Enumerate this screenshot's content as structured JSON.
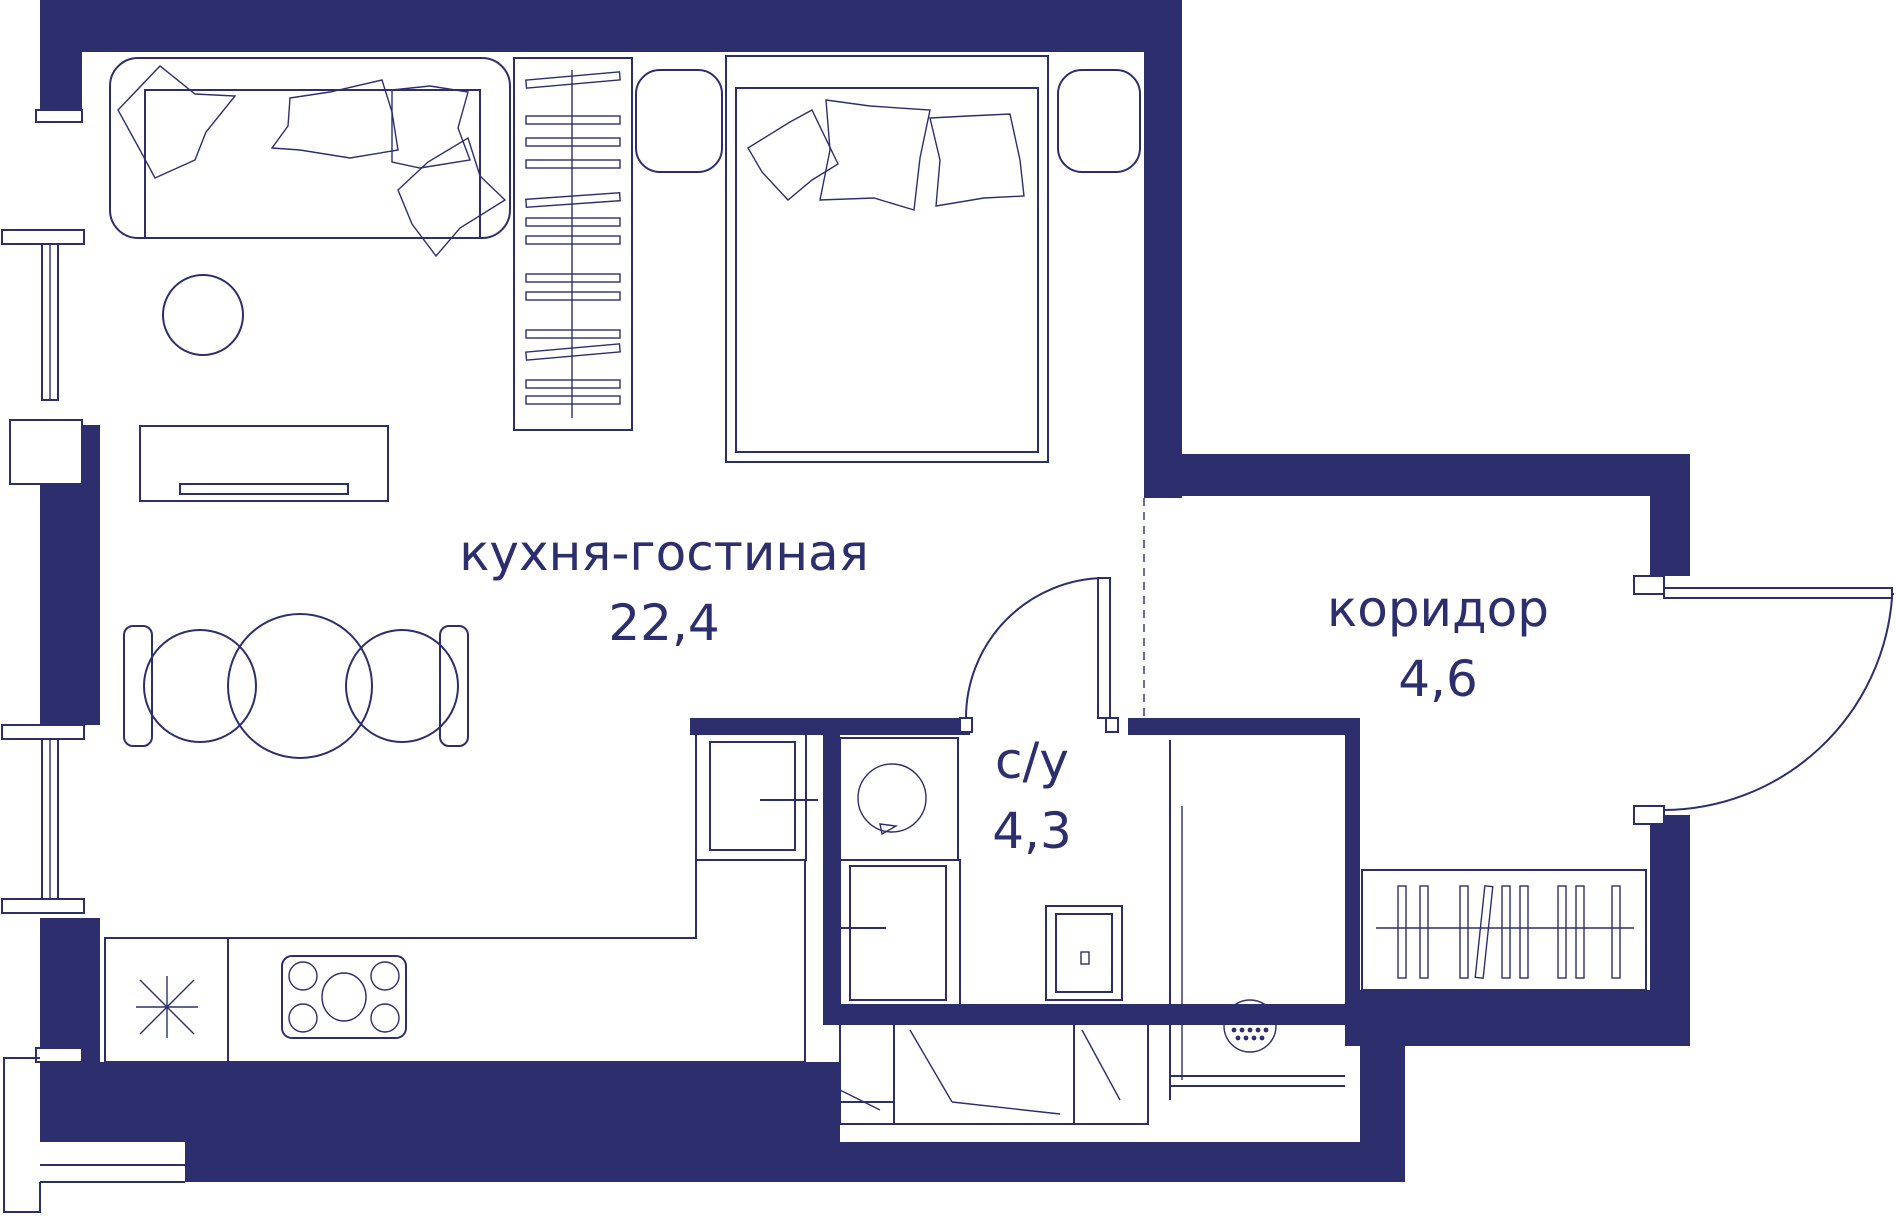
{
  "colors": {
    "wall": "#2d2e6e",
    "background": "#ffffff"
  },
  "rooms": [
    {
      "id": "kitchen-living",
      "name": "кухня-гостиная",
      "area": "22,4"
    },
    {
      "id": "corridor",
      "name": "коридор",
      "area": "4,6"
    },
    {
      "id": "bathroom",
      "name": "с/у",
      "area": "4,3"
    }
  ]
}
